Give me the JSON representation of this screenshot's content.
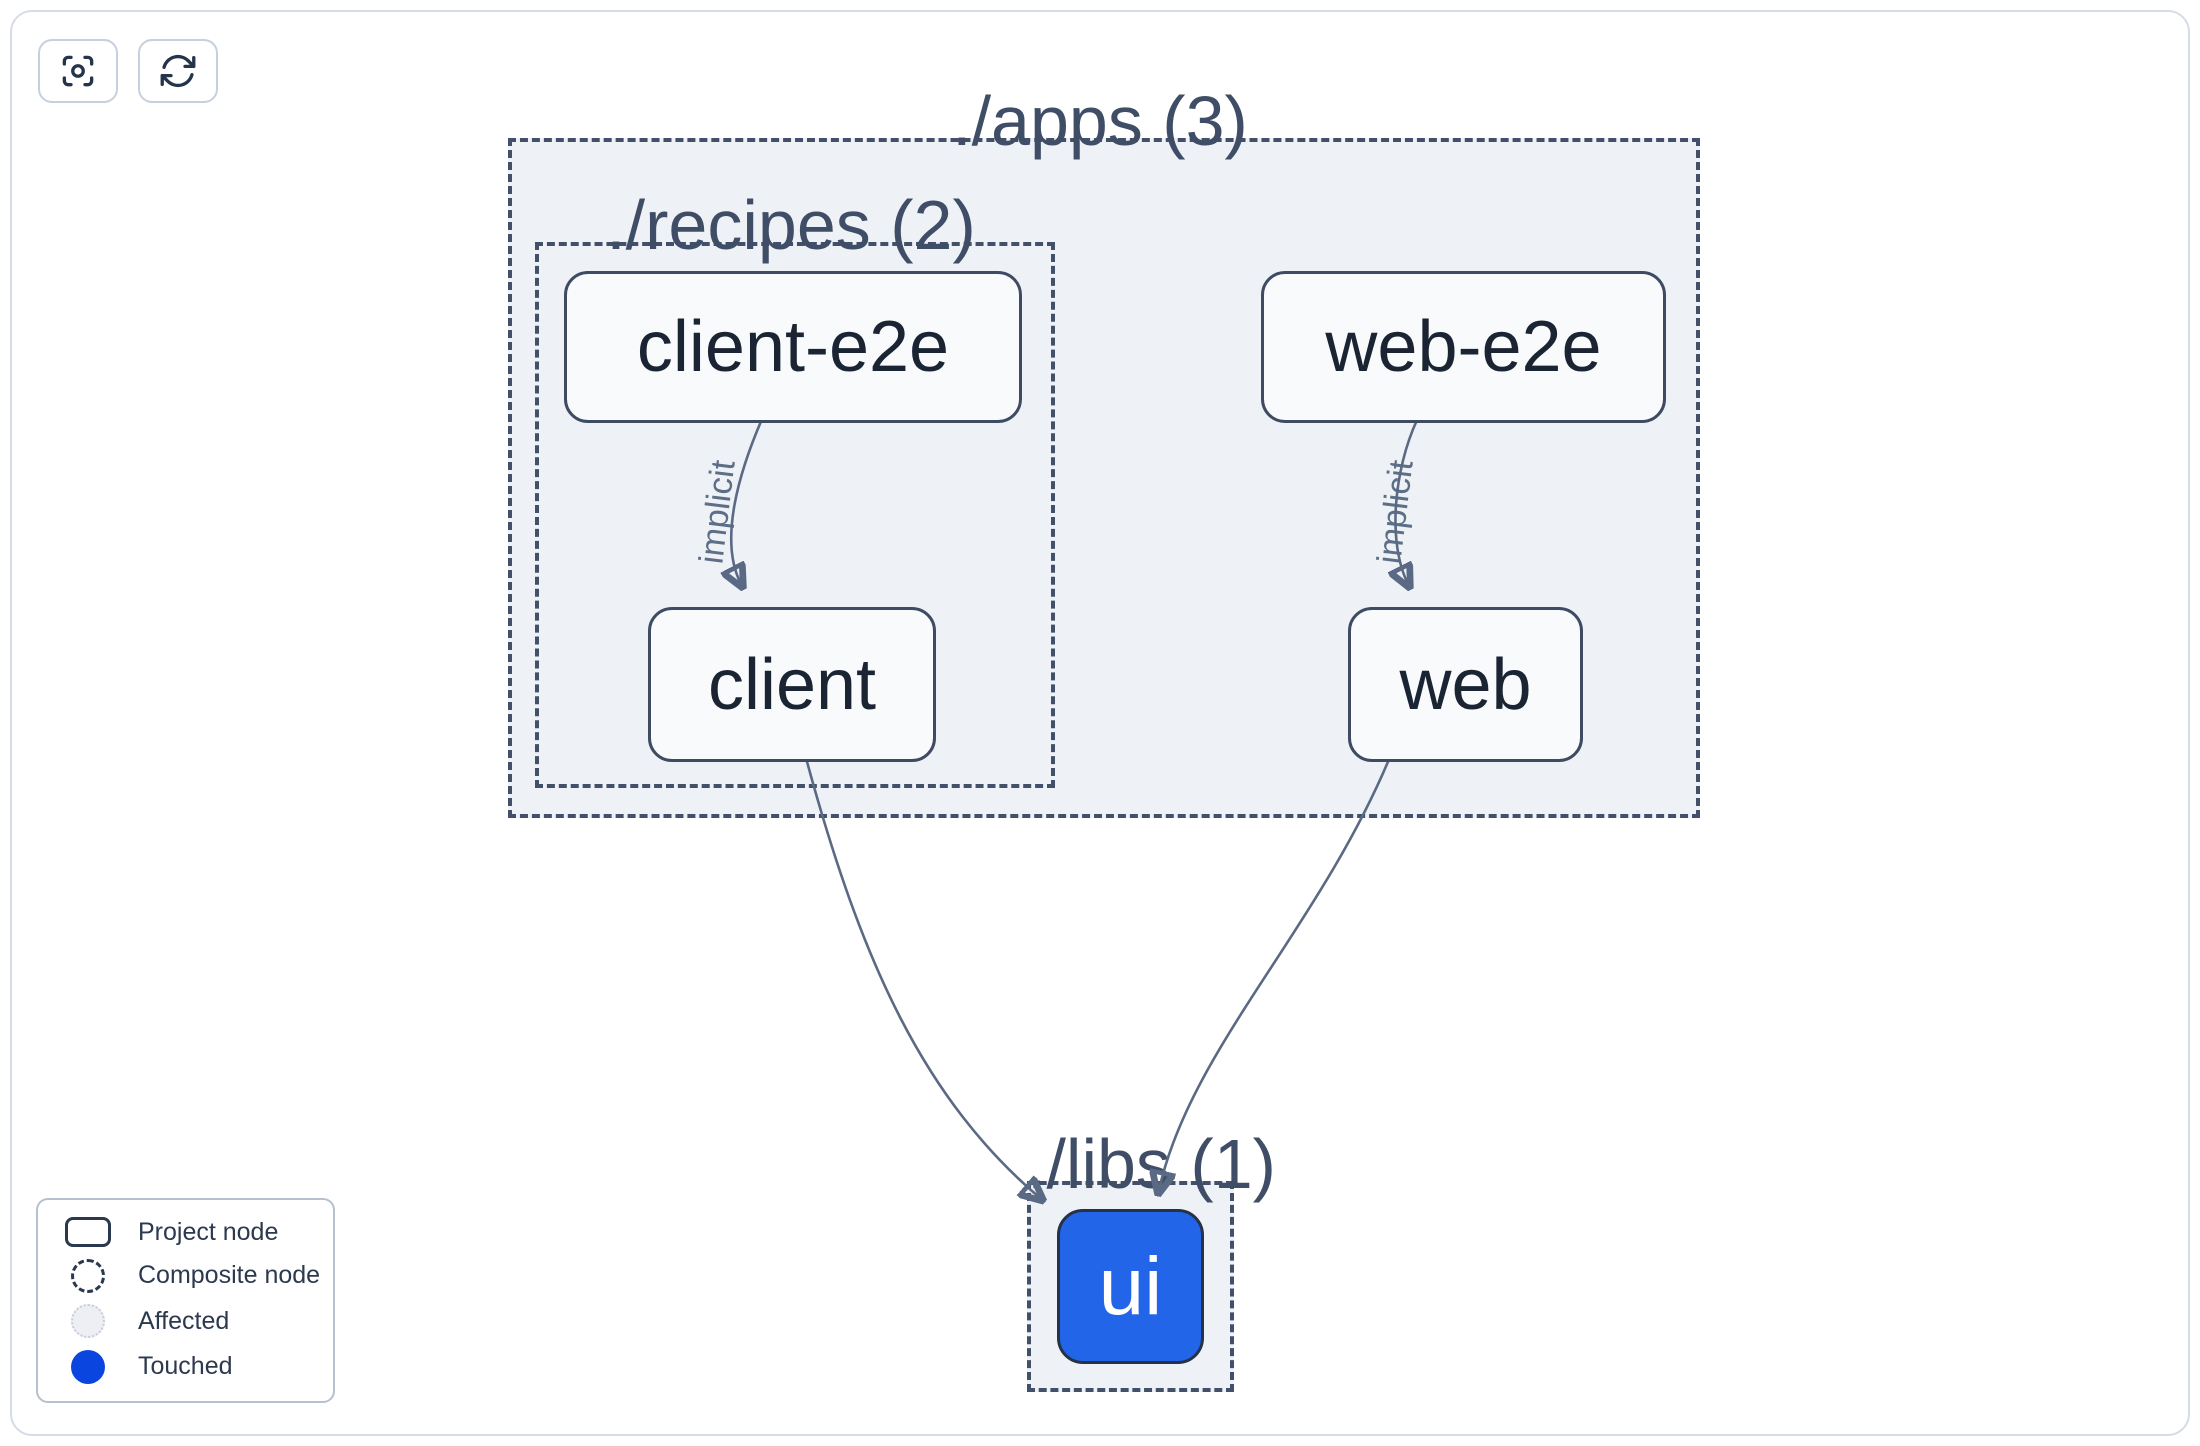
{
  "toolbar": {
    "buttons": [
      {
        "name": "focus-view",
        "icon": "viewfinder-icon"
      },
      {
        "name": "refresh-graph",
        "icon": "refresh-icon"
      }
    ]
  },
  "graph": {
    "clusters": [
      {
        "id": "apps",
        "label": "./apps (3)"
      },
      {
        "id": "recipes",
        "label": "./recipes (2)"
      },
      {
        "id": "libs",
        "label": "./libs (1)"
      }
    ],
    "nodes": [
      {
        "id": "client-e2e",
        "label": "client-e2e",
        "state": "project"
      },
      {
        "id": "web-e2e",
        "label": "web-e2e",
        "state": "project"
      },
      {
        "id": "client",
        "label": "client",
        "state": "project"
      },
      {
        "id": "web",
        "label": "web",
        "state": "project"
      },
      {
        "id": "ui",
        "label": "ui",
        "state": "touched"
      }
    ],
    "edges": [
      {
        "from": "client-e2e",
        "to": "client",
        "label": "implicit"
      },
      {
        "from": "web-e2e",
        "to": "web",
        "label": "implicit"
      },
      {
        "from": "client",
        "to": "ui",
        "label": ""
      },
      {
        "from": "web",
        "to": "ui",
        "label": ""
      }
    ]
  },
  "legend": {
    "items": [
      {
        "label": "Project node",
        "swatch": "project"
      },
      {
        "label": "Composite node",
        "swatch": "composite"
      },
      {
        "label": "Affected",
        "swatch": "affected"
      },
      {
        "label": "Touched",
        "swatch": "touched"
      }
    ]
  },
  "colors": {
    "cluster_fill": "#eef1f6",
    "cluster_border": "#42506a",
    "node_fill": "#f8fafc",
    "node_border": "#3e4b63",
    "node_text": "#1a2433",
    "touched_node_fill": "#2365e8",
    "touched_legend": "#0b45e0",
    "affected_fill": "#edeff4",
    "edge": "#5b6a84",
    "edge_label": "#5d6e87"
  }
}
